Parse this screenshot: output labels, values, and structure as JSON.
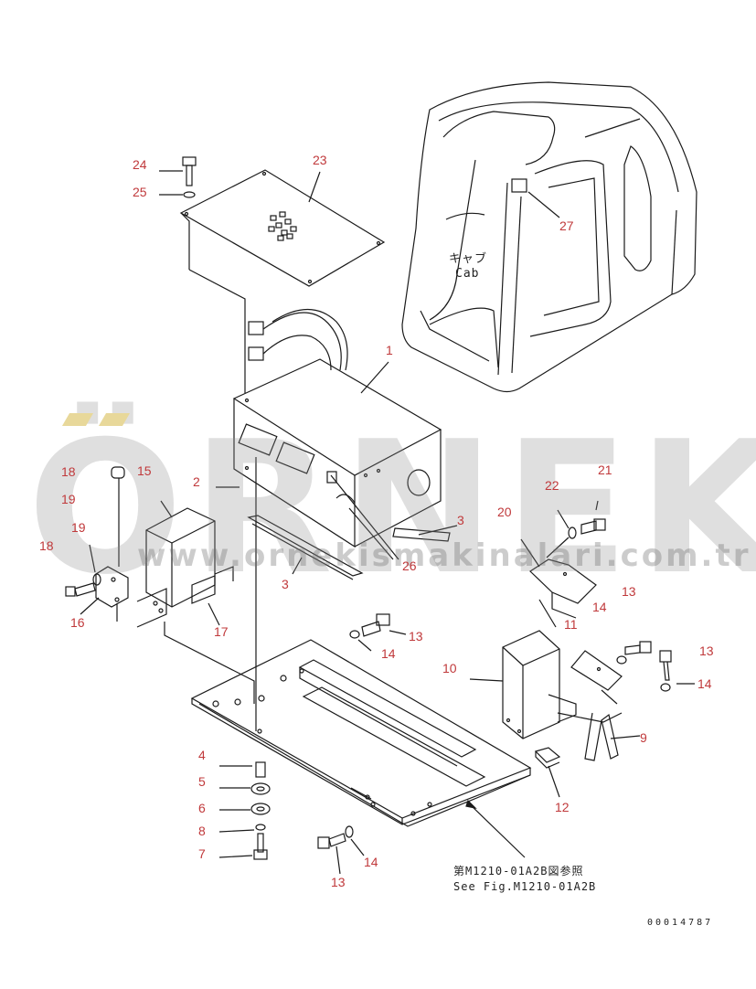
{
  "callouts": [
    {
      "id": "c24",
      "text": "24"
    },
    {
      "id": "c23",
      "text": "23"
    },
    {
      "id": "c25",
      "text": "25"
    },
    {
      "id": "c27",
      "text": "27"
    },
    {
      "id": "c1",
      "text": "1"
    },
    {
      "id": "c18a",
      "text": "18"
    },
    {
      "id": "c15",
      "text": "15"
    },
    {
      "id": "c19a",
      "text": "19"
    },
    {
      "id": "c2",
      "text": "2"
    },
    {
      "id": "c19b",
      "text": "19"
    },
    {
      "id": "c18b",
      "text": "18"
    },
    {
      "id": "c16",
      "text": "16"
    },
    {
      "id": "c17",
      "text": "17"
    },
    {
      "id": "c3a",
      "text": "3"
    },
    {
      "id": "c3b",
      "text": "3"
    },
    {
      "id": "c26",
      "text": "26"
    },
    {
      "id": "c22",
      "text": "22"
    },
    {
      "id": "c21",
      "text": "21"
    },
    {
      "id": "c20",
      "text": "20"
    },
    {
      "id": "c14a",
      "text": "14"
    },
    {
      "id": "c11",
      "text": "11"
    },
    {
      "id": "c13a",
      "text": "13"
    },
    {
      "id": "c14b",
      "text": "14"
    },
    {
      "id": "c13b",
      "text": "13"
    },
    {
      "id": "c10",
      "text": "10"
    },
    {
      "id": "c13c",
      "text": "13"
    },
    {
      "id": "c14c",
      "text": "14"
    },
    {
      "id": "c9",
      "text": "9"
    },
    {
      "id": "c4",
      "text": "4"
    },
    {
      "id": "c5",
      "text": "5"
    },
    {
      "id": "c6",
      "text": "6"
    },
    {
      "id": "c8",
      "text": "8"
    },
    {
      "id": "c7",
      "text": "7"
    },
    {
      "id": "c12",
      "text": "12"
    },
    {
      "id": "c14d",
      "text": "14"
    },
    {
      "id": "c13d",
      "text": "13"
    }
  ],
  "cab_label_jp": "キャブ",
  "cab_label_en": "Cab",
  "ref_note_jp": "第M1210-01A2B図参照",
  "ref_note_en": "See Fig.M1210-01A2B",
  "drawing_number": "00014787",
  "watermark": {
    "brand": "ÖRNEK",
    "url": "www.ornekismakinalari.com.tr"
  },
  "colors": {
    "callout": "#c0393b",
    "linework": "#1a1a1a",
    "watermark": "#8c8c8c",
    "watermark_accent": "#e8d89a"
  }
}
